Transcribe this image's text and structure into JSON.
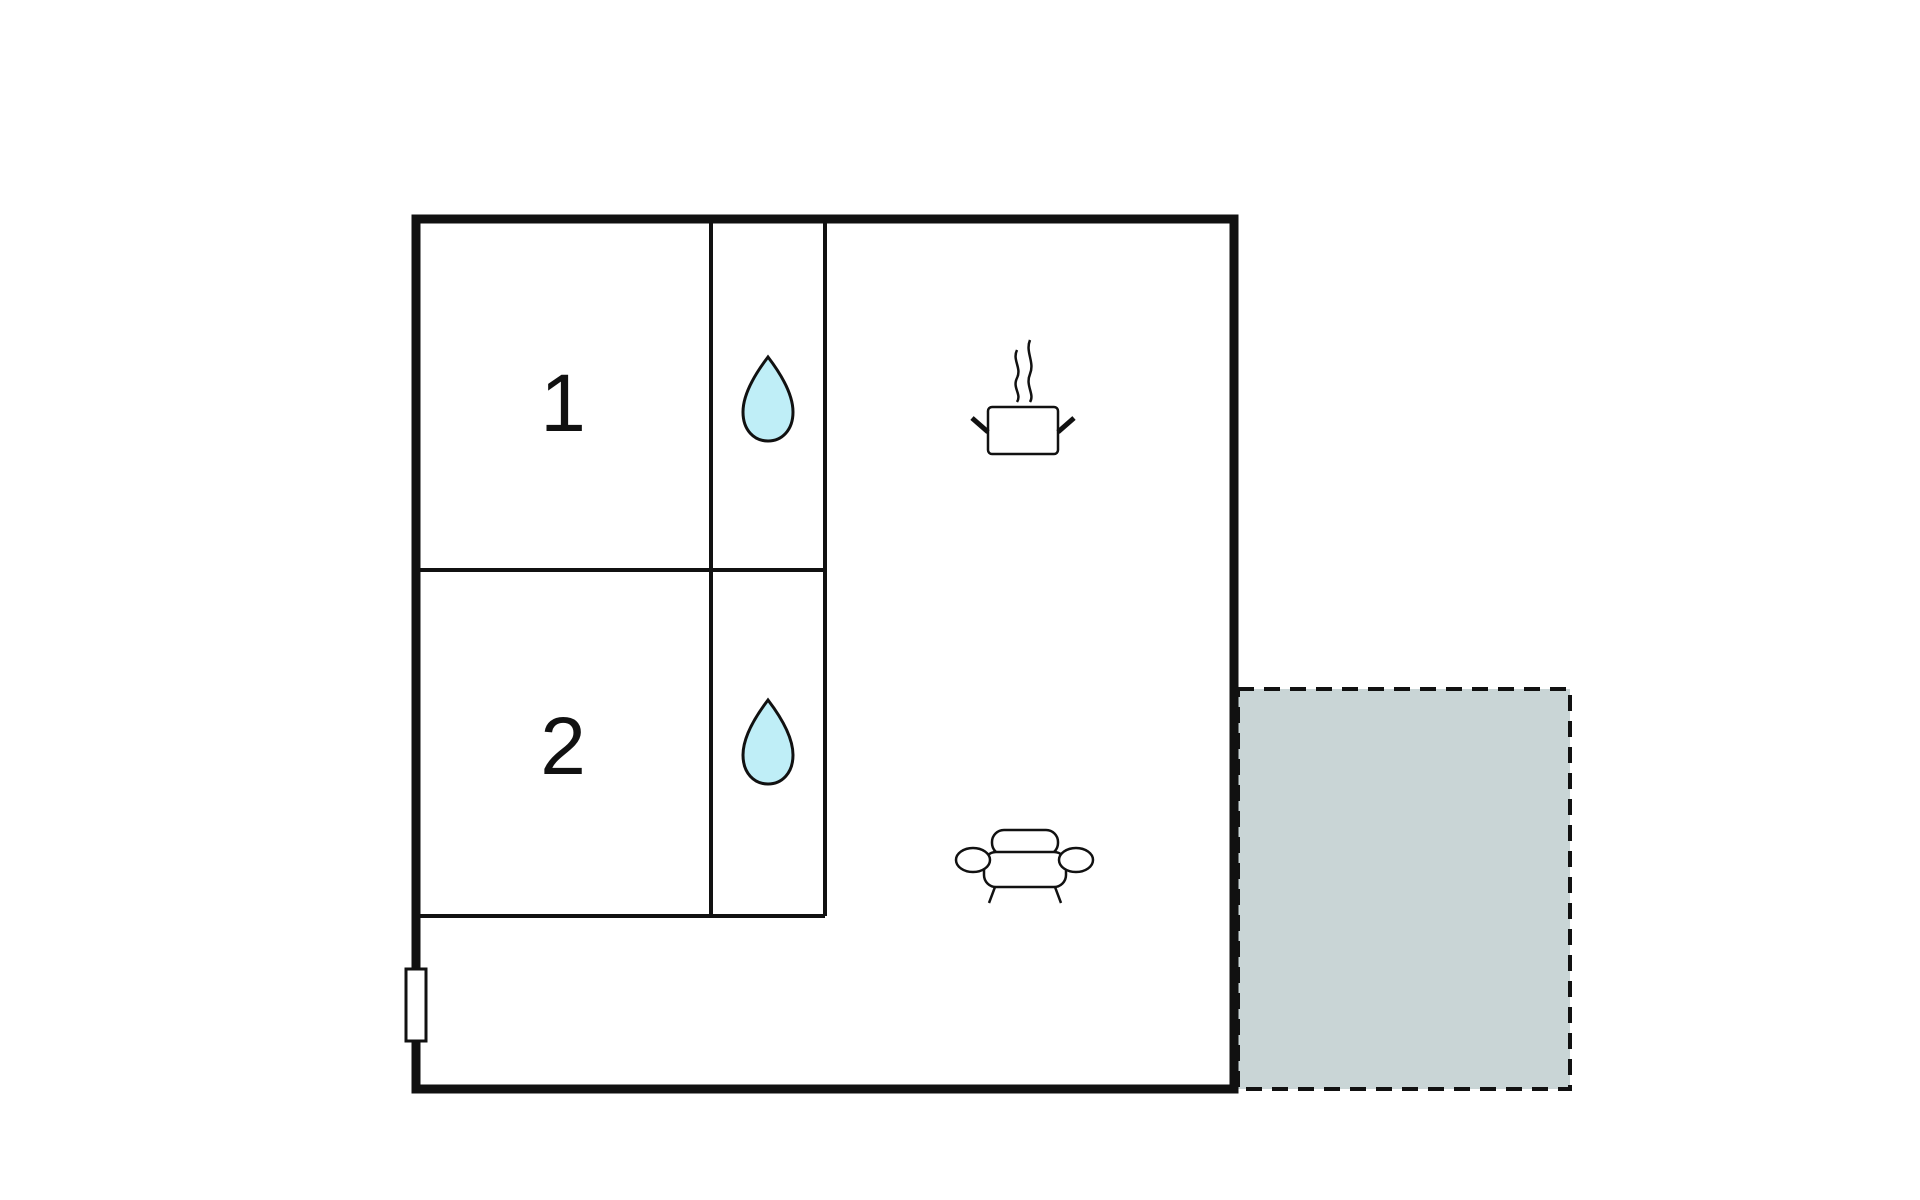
{
  "floorplan": {
    "rooms": [
      {
        "id": "bedroom-1",
        "label": "1",
        "type": "bedroom"
      },
      {
        "id": "bedroom-2",
        "label": "2",
        "type": "bedroom"
      },
      {
        "id": "bathroom-1",
        "type": "bathroom",
        "icon": "water-drop-icon"
      },
      {
        "id": "bathroom-2",
        "type": "bathroom",
        "icon": "water-drop-icon"
      },
      {
        "id": "kitchen",
        "type": "kitchen",
        "icon": "cooking-pot-icon"
      },
      {
        "id": "living-room",
        "type": "living-room",
        "icon": "sofa-icon"
      },
      {
        "id": "terrace",
        "type": "terrace",
        "style": "dashed-outline-shaded"
      }
    ],
    "entrance": {
      "icon": "door-icon"
    }
  },
  "colors": {
    "wall": "#111111",
    "water_drop_fill": "#bfeef7",
    "terrace_fill": "#c9d5d6",
    "background": "#ffffff"
  }
}
